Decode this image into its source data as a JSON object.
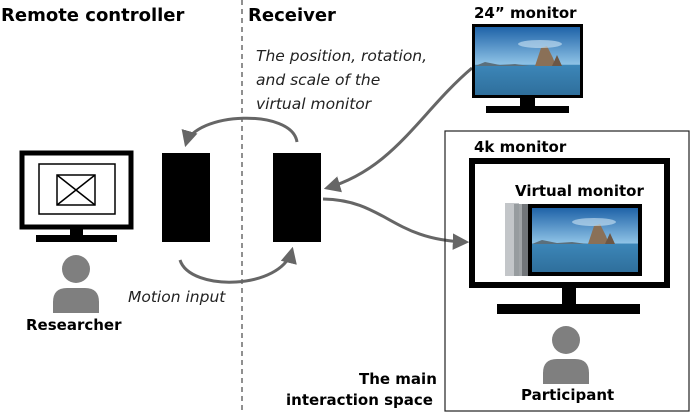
{
  "sections": {
    "remote_controller": "Remote controller",
    "receiver": "Receiver"
  },
  "labels": {
    "monitor_24": "24” monitor",
    "monitor_4k": "4k monitor",
    "virtual_monitor": "Virtual monitor",
    "researcher": "Researcher",
    "participant": "Participant",
    "interaction_space": [
      "The main",
      "interaction space"
    ]
  },
  "annotations": {
    "transform": [
      "The position, rotation,",
      "and scale of the",
      "virtual monitor"
    ],
    "motion_input": "Motion input"
  },
  "colors": {
    "arrow": "#666666",
    "person": "#7f7f7f",
    "device": "#000000",
    "divider": "#555555",
    "sky_top": "#1f63a8",
    "sky_bottom": "#8fc3e6",
    "sea": "#2f6f9c",
    "rock": "#8a7057"
  },
  "icons": {
    "placeholder": "image-placeholder-icon",
    "person": "person-icon"
  }
}
